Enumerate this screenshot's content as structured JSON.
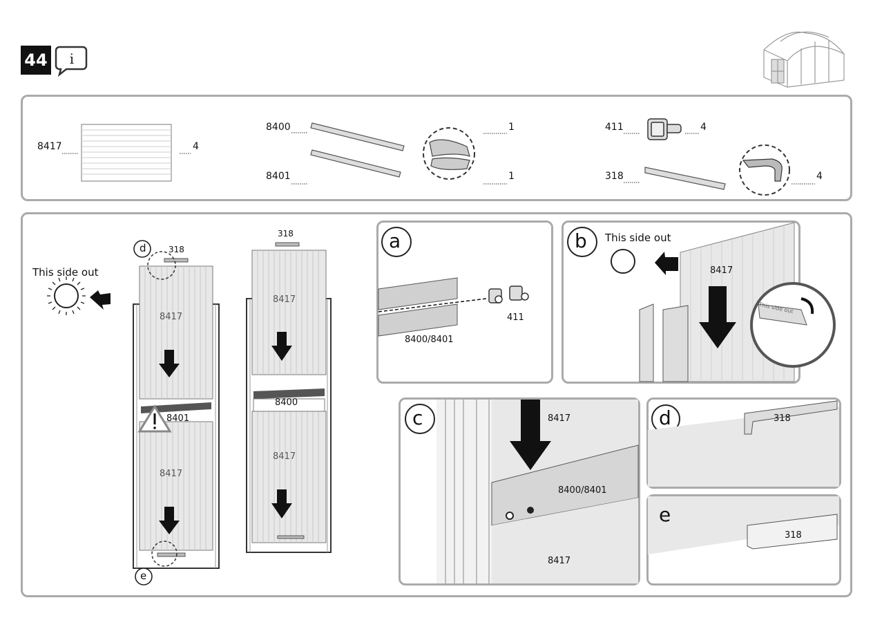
{
  "step": {
    "number": "44"
  },
  "parts": [
    {
      "id": "8417",
      "qty": "4"
    },
    {
      "id": "8400",
      "qty": "1"
    },
    {
      "id": "8401",
      "qty": "1"
    },
    {
      "id": "411",
      "qty": "4"
    },
    {
      "id": "318",
      "qty": "4"
    }
  ],
  "main": {
    "this_side_out": "This side out",
    "panel_label": "8417",
    "bar_label_left": "8401",
    "bar_label_right": "8400",
    "profile_label": "318",
    "callout_d": "d",
    "callout_e": "e"
  },
  "details": {
    "a": {
      "letter": "a",
      "profile": "8400/8401",
      "screw": "411"
    },
    "b": {
      "letter": "b",
      "this_side_out": "This side out",
      "panel": "8417",
      "film_text": "This side out"
    },
    "c": {
      "letter": "c",
      "panel_top": "8417",
      "profile": "8400/8401",
      "panel_bottom": "8417"
    },
    "d": {
      "letter": "d",
      "profile": "318"
    },
    "e": {
      "letter": "e",
      "profile": "318"
    }
  }
}
